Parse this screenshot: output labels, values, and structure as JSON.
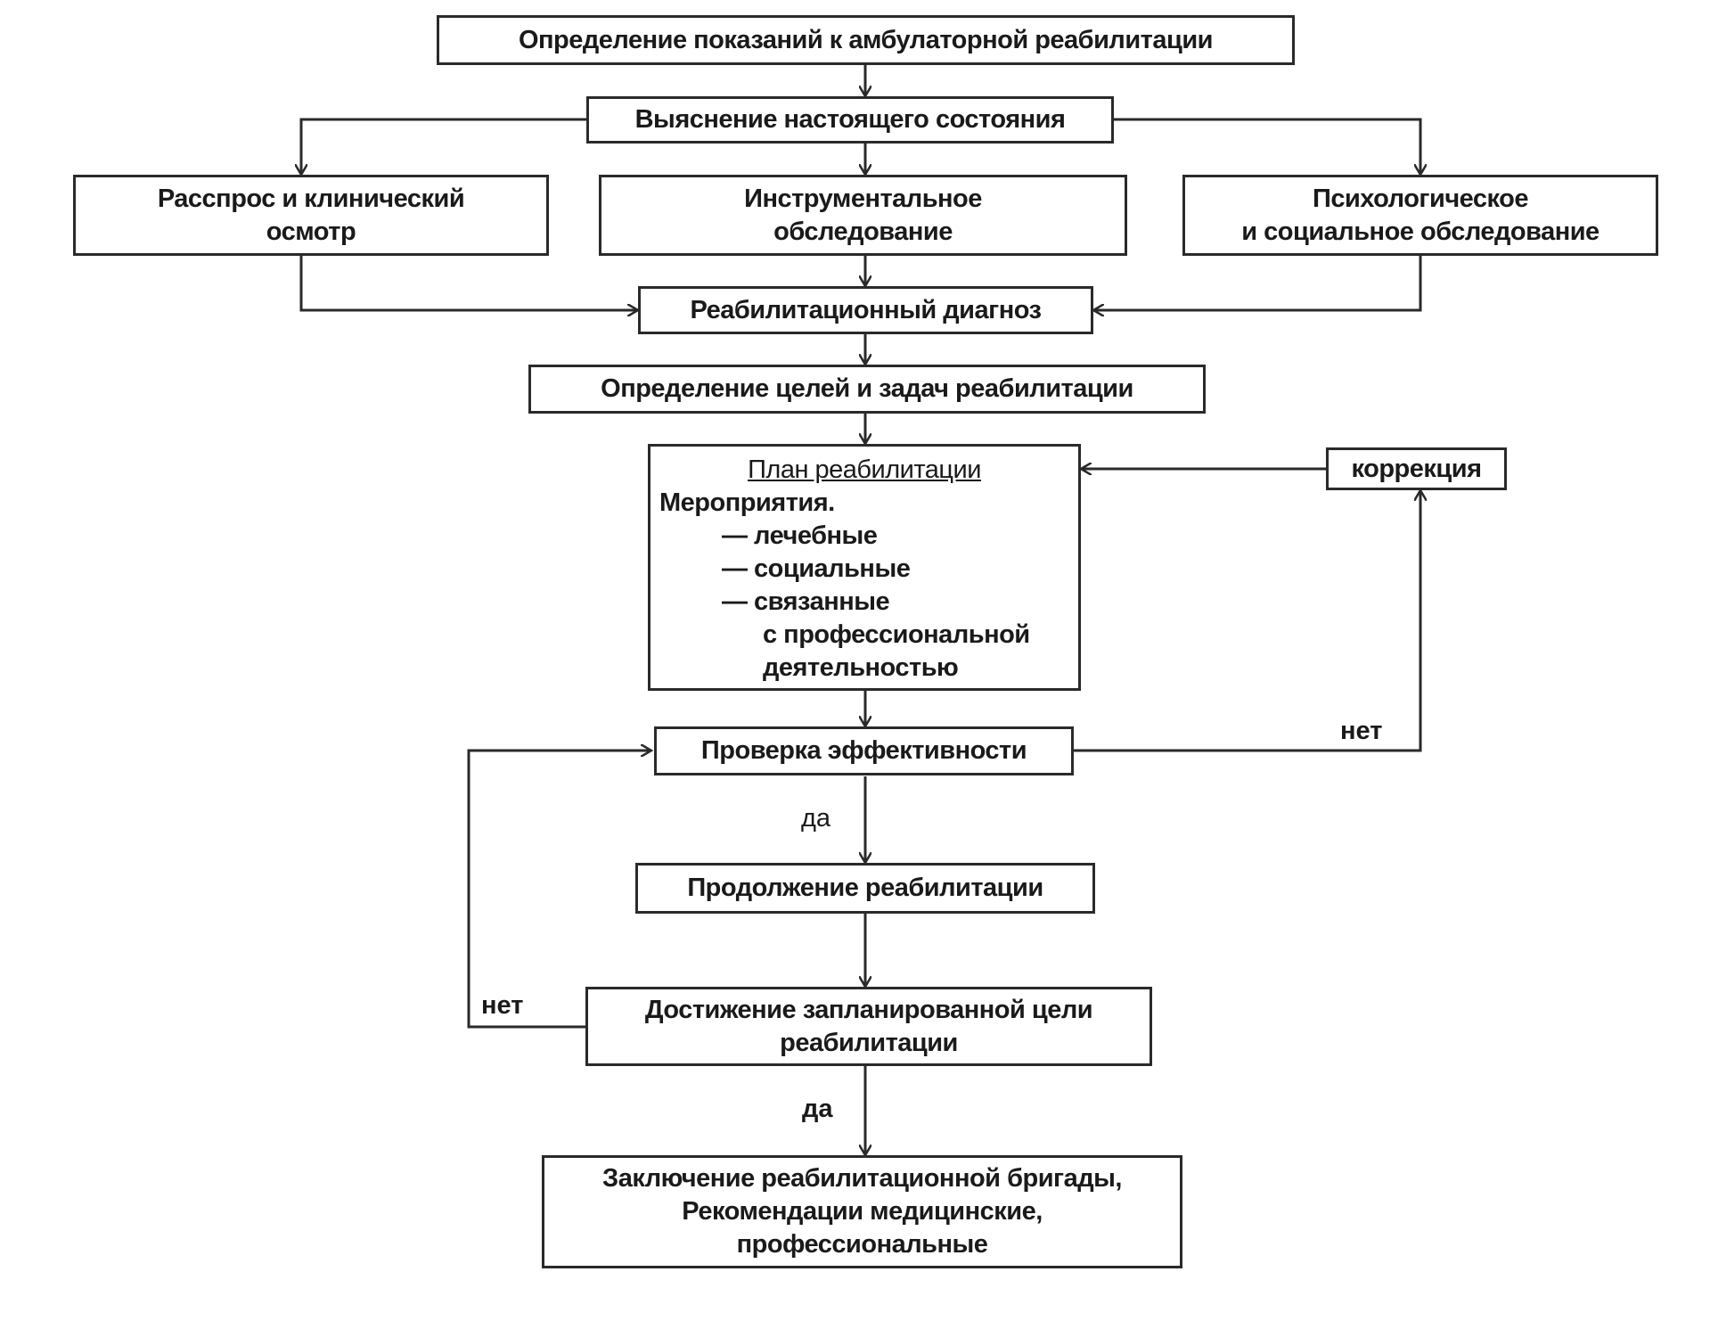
{
  "diagram": {
    "nodes": {
      "indications": "Определение показаний к амбулаторной реабилитации",
      "current_state": "Выяснение настоящего состояния",
      "clinical": [
        "Расспрос и клинический",
        "осмотр"
      ],
      "instrumental": [
        "Инструментальное",
        "обследование"
      ],
      "psych": [
        "Психологическое",
        "и социальное обследование"
      ],
      "diagnosis": "Реабилитационный диагноз",
      "goals": "Определение целей и задач реабилитации",
      "plan": {
        "title": "План реабилитации",
        "subtitle": "Мероприятия.",
        "items": [
          "— лечебные",
          "— социальные",
          "— связанные"
        ],
        "continuation": [
          "с профессиональной",
          "деятельностью"
        ]
      },
      "correction": "коррекция",
      "check": "Проверка эффективности",
      "continue": "Продолжение реабилитации",
      "goal_reached": [
        "Достижение запланированной цели",
        "реабилитации"
      ],
      "conclusion": [
        "Заключение реабилитационной бригады,",
        "Рекомендации медицинские,",
        "профессиональные"
      ]
    },
    "edge_labels": {
      "check_no": "нет",
      "check_yes": "да",
      "goal_no": "нет",
      "goal_yes": "да"
    }
  }
}
